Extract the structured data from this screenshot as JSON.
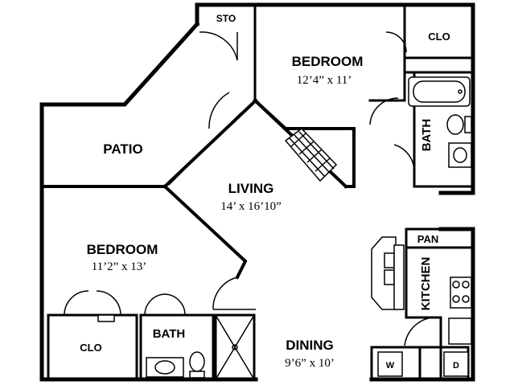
{
  "rooms": {
    "bedroom_top": {
      "name": "BEDROOM",
      "size": "12’4” x 11’"
    },
    "bedroom_left": {
      "name": "BEDROOM",
      "size": "11’2” x 13’"
    },
    "living": {
      "name": "LIVING",
      "size": "14’ x 16’10”"
    },
    "dining": {
      "name": "DINING",
      "size": "9’6” x 10’"
    },
    "patio": {
      "name": "PATIO"
    },
    "kitchen": {
      "name": "KITCHEN"
    },
    "bath_left": {
      "name": "BATH"
    },
    "bath_right": {
      "name": "BATH"
    }
  },
  "closets": {
    "sto": "STO",
    "clo_top": "CLO",
    "clo_left": "CLO",
    "pan": "PAN"
  },
  "appliances": {
    "washer": "W",
    "dryer": "D"
  }
}
